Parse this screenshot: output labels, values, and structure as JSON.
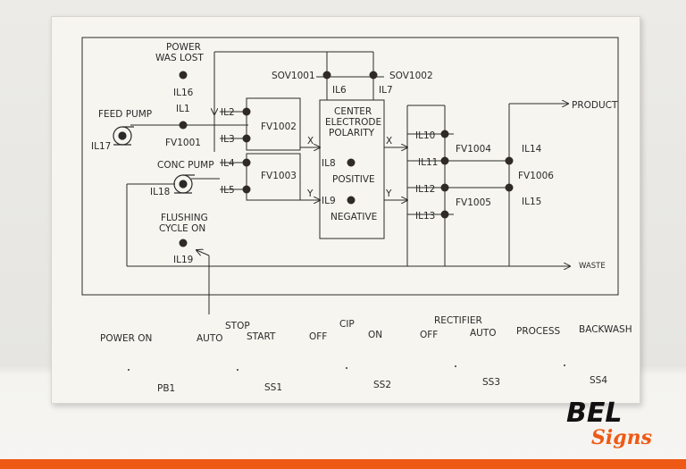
{
  "diagram": {
    "labels": {
      "power_was_lost_1": "POWER",
      "power_was_lost_2": "WAS LOST",
      "il16": "IL16",
      "il1": "IL1",
      "feed_pump": "FEED PUMP",
      "il17": "IL17",
      "fv1001": "FV1001",
      "il2": "IL2",
      "il3": "IL3",
      "il4": "IL4",
      "il5": "IL5",
      "fv1002": "FV1002",
      "fv1003": "FV1003",
      "conc_pump": "CONC PUMP",
      "il18": "IL18",
      "flushing_1": "FLUSHING",
      "flushing_2": "CYCLE ON",
      "il19": "IL19",
      "sov1001": "SOV1001",
      "sov1002": "SOV1002",
      "il6": "IL6",
      "il7": "IL7",
      "center_1": "CENTER",
      "center_2": "ELECTRODE",
      "center_3": "POLARITY",
      "il8": "IL8",
      "positive": "POSITIVE",
      "il9": "IL9",
      "negative": "NEGATIVE",
      "x1": "X",
      "y1": "Y",
      "x2": "X",
      "y2": "Y",
      "il10": "IL10",
      "il11": "IL11",
      "il12": "IL12",
      "il13": "IL13",
      "fv1004": "FV1004",
      "fv1005": "FV1005",
      "il14": "IL14",
      "il15": "IL15",
      "fv1006": "FV1006",
      "product": "PRODUCT",
      "waste": "WASTE"
    }
  },
  "controls": {
    "power_on": "POWER ON",
    "auto1": "AUTO",
    "stop": "STOP",
    "start": "START",
    "off1": "OFF",
    "cip": "CIP",
    "on": "ON",
    "off2": "OFF",
    "rectifier": "RECTIFIER",
    "auto2": "AUTO",
    "process": "PROCESS",
    "backwash": "BACKWASH",
    "pb1": "PB1",
    "ss1": "SS1",
    "ss2": "SS2",
    "ss3": "SS3",
    "ss4": "SS4"
  },
  "logo": {
    "top": "BEL",
    "bottom": "Signs"
  },
  "colors": {
    "brand_orange": "#ee5a16",
    "brand_black": "#111111",
    "panel": "#f7f5ef"
  }
}
